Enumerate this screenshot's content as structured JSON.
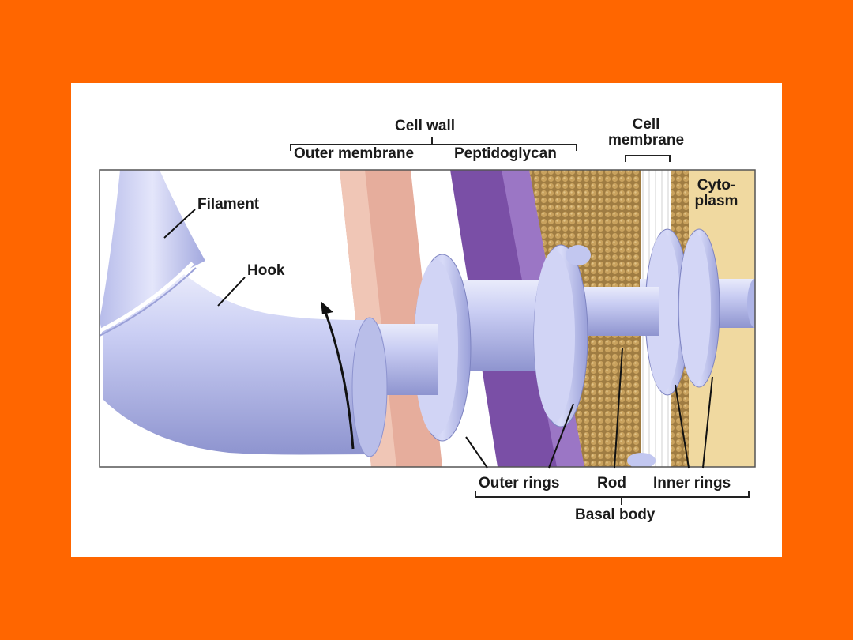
{
  "labels": {
    "cell_wall": "Cell wall",
    "outer_membrane": "Outer membrane",
    "peptidoglycan": "Peptidoglycan",
    "cell_membrane": "Cell membrane",
    "cytoplasm": "Cyto-\nplasm",
    "filament": "Filament",
    "hook": "Hook",
    "outer_rings": "Outer rings",
    "rod": "Rod",
    "inner_rings": "Inner rings",
    "basal_body": "Basal body"
  },
  "colors": {
    "background": "#ff6600",
    "panel": "#ffffff",
    "outer_membrane": "#e6ad9c",
    "peptidoglycan": "#7a4fa6",
    "periplasm": "#b8955a",
    "cytoplasm": "#f0d9a0",
    "flagellum": "#c7ccf2"
  }
}
